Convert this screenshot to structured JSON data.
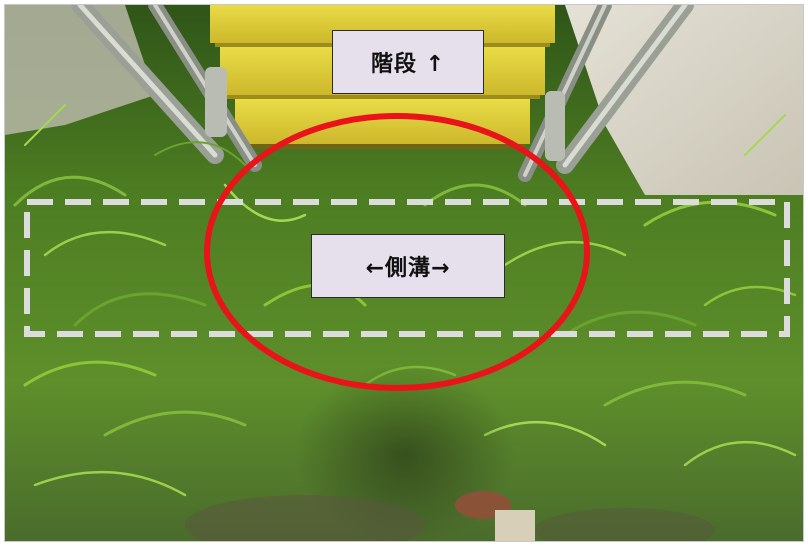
{
  "annotations": {
    "stairs_label": "階段 ↑",
    "gutter_label": "←側溝→"
  },
  "colors": {
    "circle_stroke": "#e8141a",
    "dashed_box_stroke": "#dcdcdc",
    "label_background": "#e6e0ec",
    "grass_base": "#3f6b1f",
    "grass_light": "#8cc53a",
    "stairs_yellow": "#e2d33a",
    "pavement": "#d8d4c8",
    "metal_frame": "#8a8f86"
  },
  "icons": {
    "highlight_shape": "red-ellipse",
    "region_shape": "dashed-rectangle"
  }
}
